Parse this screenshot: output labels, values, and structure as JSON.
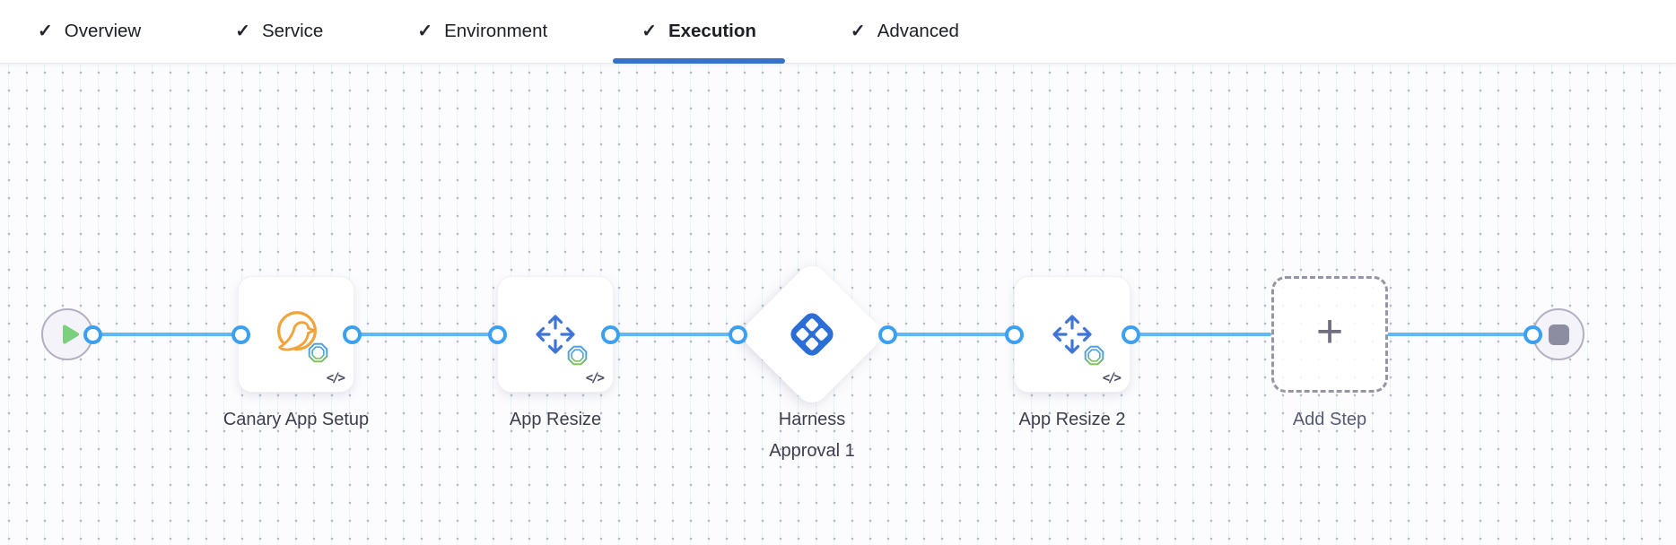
{
  "header": {
    "check_glyph": "✓",
    "tabs": [
      {
        "label": "Overview",
        "checked": true,
        "active": false
      },
      {
        "label": "Service",
        "checked": true,
        "active": false
      },
      {
        "label": "Environment",
        "checked": true,
        "active": false
      },
      {
        "label": "Execution",
        "checked": true,
        "active": true
      },
      {
        "label": "Advanced",
        "checked": true,
        "active": false
      }
    ]
  },
  "pipeline": {
    "start_node": {
      "type": "start",
      "icon": "play-icon"
    },
    "steps": [
      {
        "label": "Canary App Setup",
        "icon": "canary-bird-icon",
        "shape": "rounded-square",
        "code_toggle": "</>"
      },
      {
        "label": "App Resize",
        "icon": "resize-arrows-icon",
        "shape": "rounded-square",
        "code_toggle": "</>"
      },
      {
        "label": "Harness Approval 1",
        "icon": "harness-approval-icon",
        "shape": "diamond"
      },
      {
        "label": "App Resize 2",
        "icon": "resize-arrows-icon",
        "shape": "rounded-square",
        "code_toggle": "</>"
      }
    ],
    "add_step": {
      "label": "Add Step",
      "plus_glyph": "+"
    },
    "end_node": {
      "type": "stop",
      "icon": "stop-icon"
    }
  },
  "colors": {
    "active_tab_underline": "#3873c9",
    "connector_blue": "#62b8f2",
    "port_ring_blue": "#3ba0f2",
    "play_green": "#7bcf7d",
    "canary_orange": "#f1a33c",
    "approval_blue": "#2a6ed6",
    "resize_arrow_blue": "#3f74d8",
    "node_label_text": "#3c3e4e",
    "end_square_grey": "#8d8da2",
    "grid_dot": "#b5b9c4"
  }
}
